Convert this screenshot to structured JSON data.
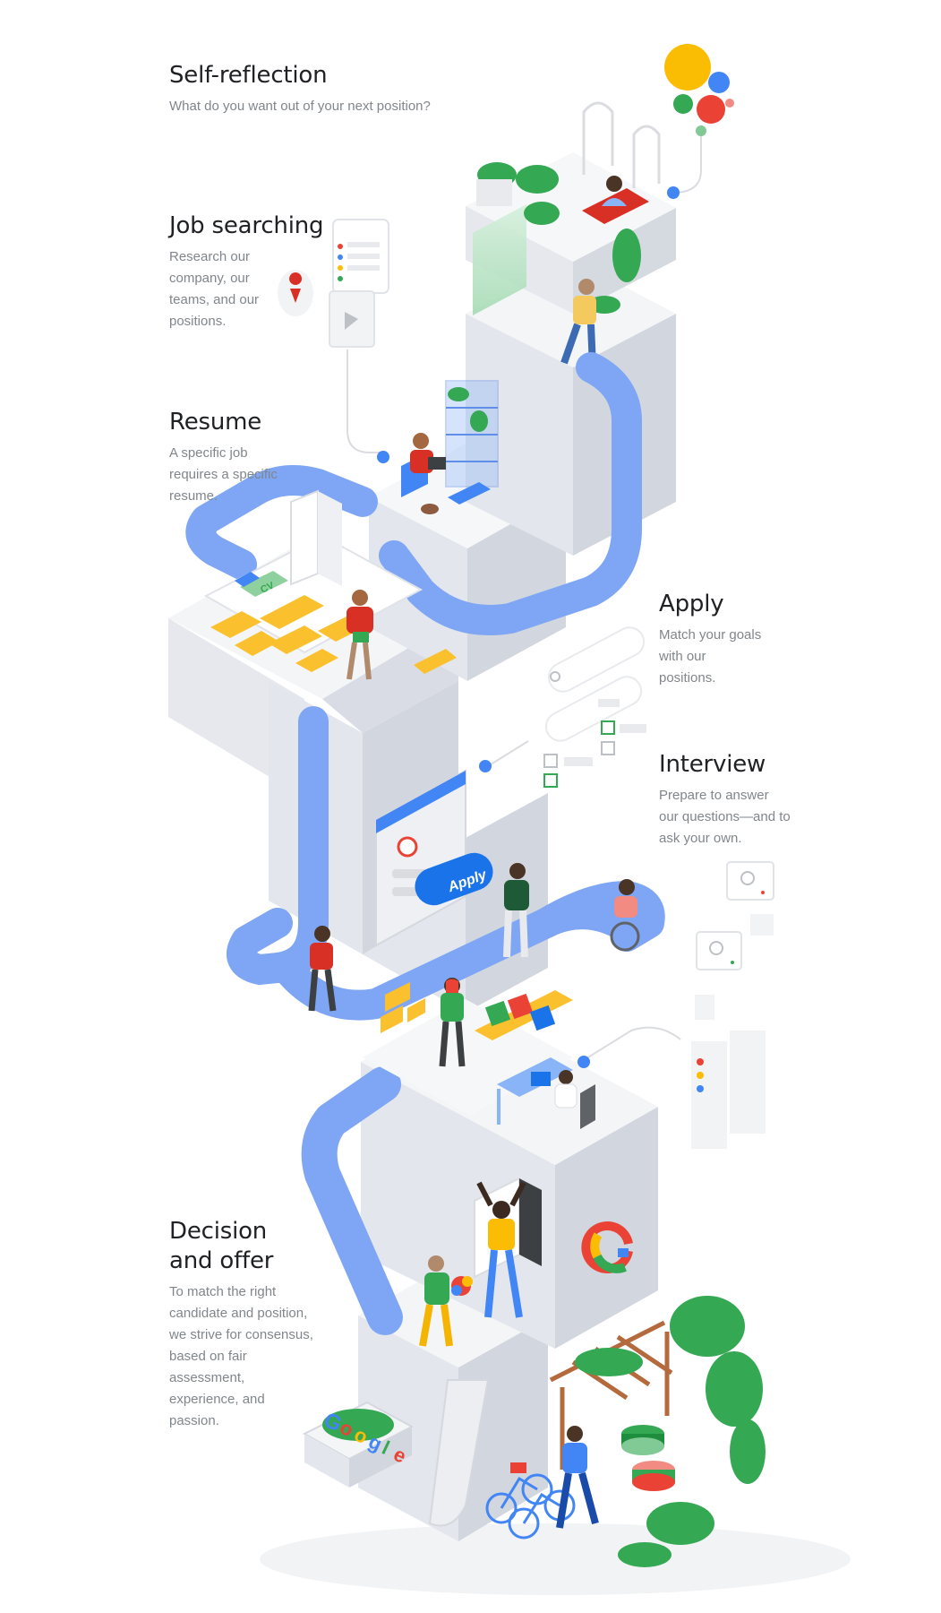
{
  "steps": [
    {
      "title": "Self-reflection",
      "desc": "What do you want out of your next position?"
    },
    {
      "title": "Job searching",
      "desc": "Research our company, our teams, and our positions."
    },
    {
      "title": "Resume",
      "desc": "A specific job requires a specific resume."
    },
    {
      "title": "Apply",
      "desc": "Match your goals with our positions."
    },
    {
      "title": "Interview",
      "desc": "Prepare to answer our questions—and to ask your own."
    },
    {
      "title": "Decision and offer",
      "desc": "To match the right candidate and position, we strive for consensus, based on fair assessment, experience, and passion."
    }
  ],
  "illustration": {
    "cv_label": "CV",
    "apply_button_label": "Apply",
    "sign_letters": [
      "G",
      "o",
      "o",
      "g",
      "l",
      "e"
    ],
    "logo_letter": "G"
  },
  "colors": {
    "blue": "#4285f4",
    "red": "#ea4335",
    "yellow": "#fbbc04",
    "green": "#34a853",
    "path_blue": "#7ea6f4",
    "block_light": "#f1f3f4",
    "block_mid": "#e3e6ec",
    "block_dark": "#d2d6de",
    "text_dark": "#202124",
    "text_gray": "#80868b"
  }
}
